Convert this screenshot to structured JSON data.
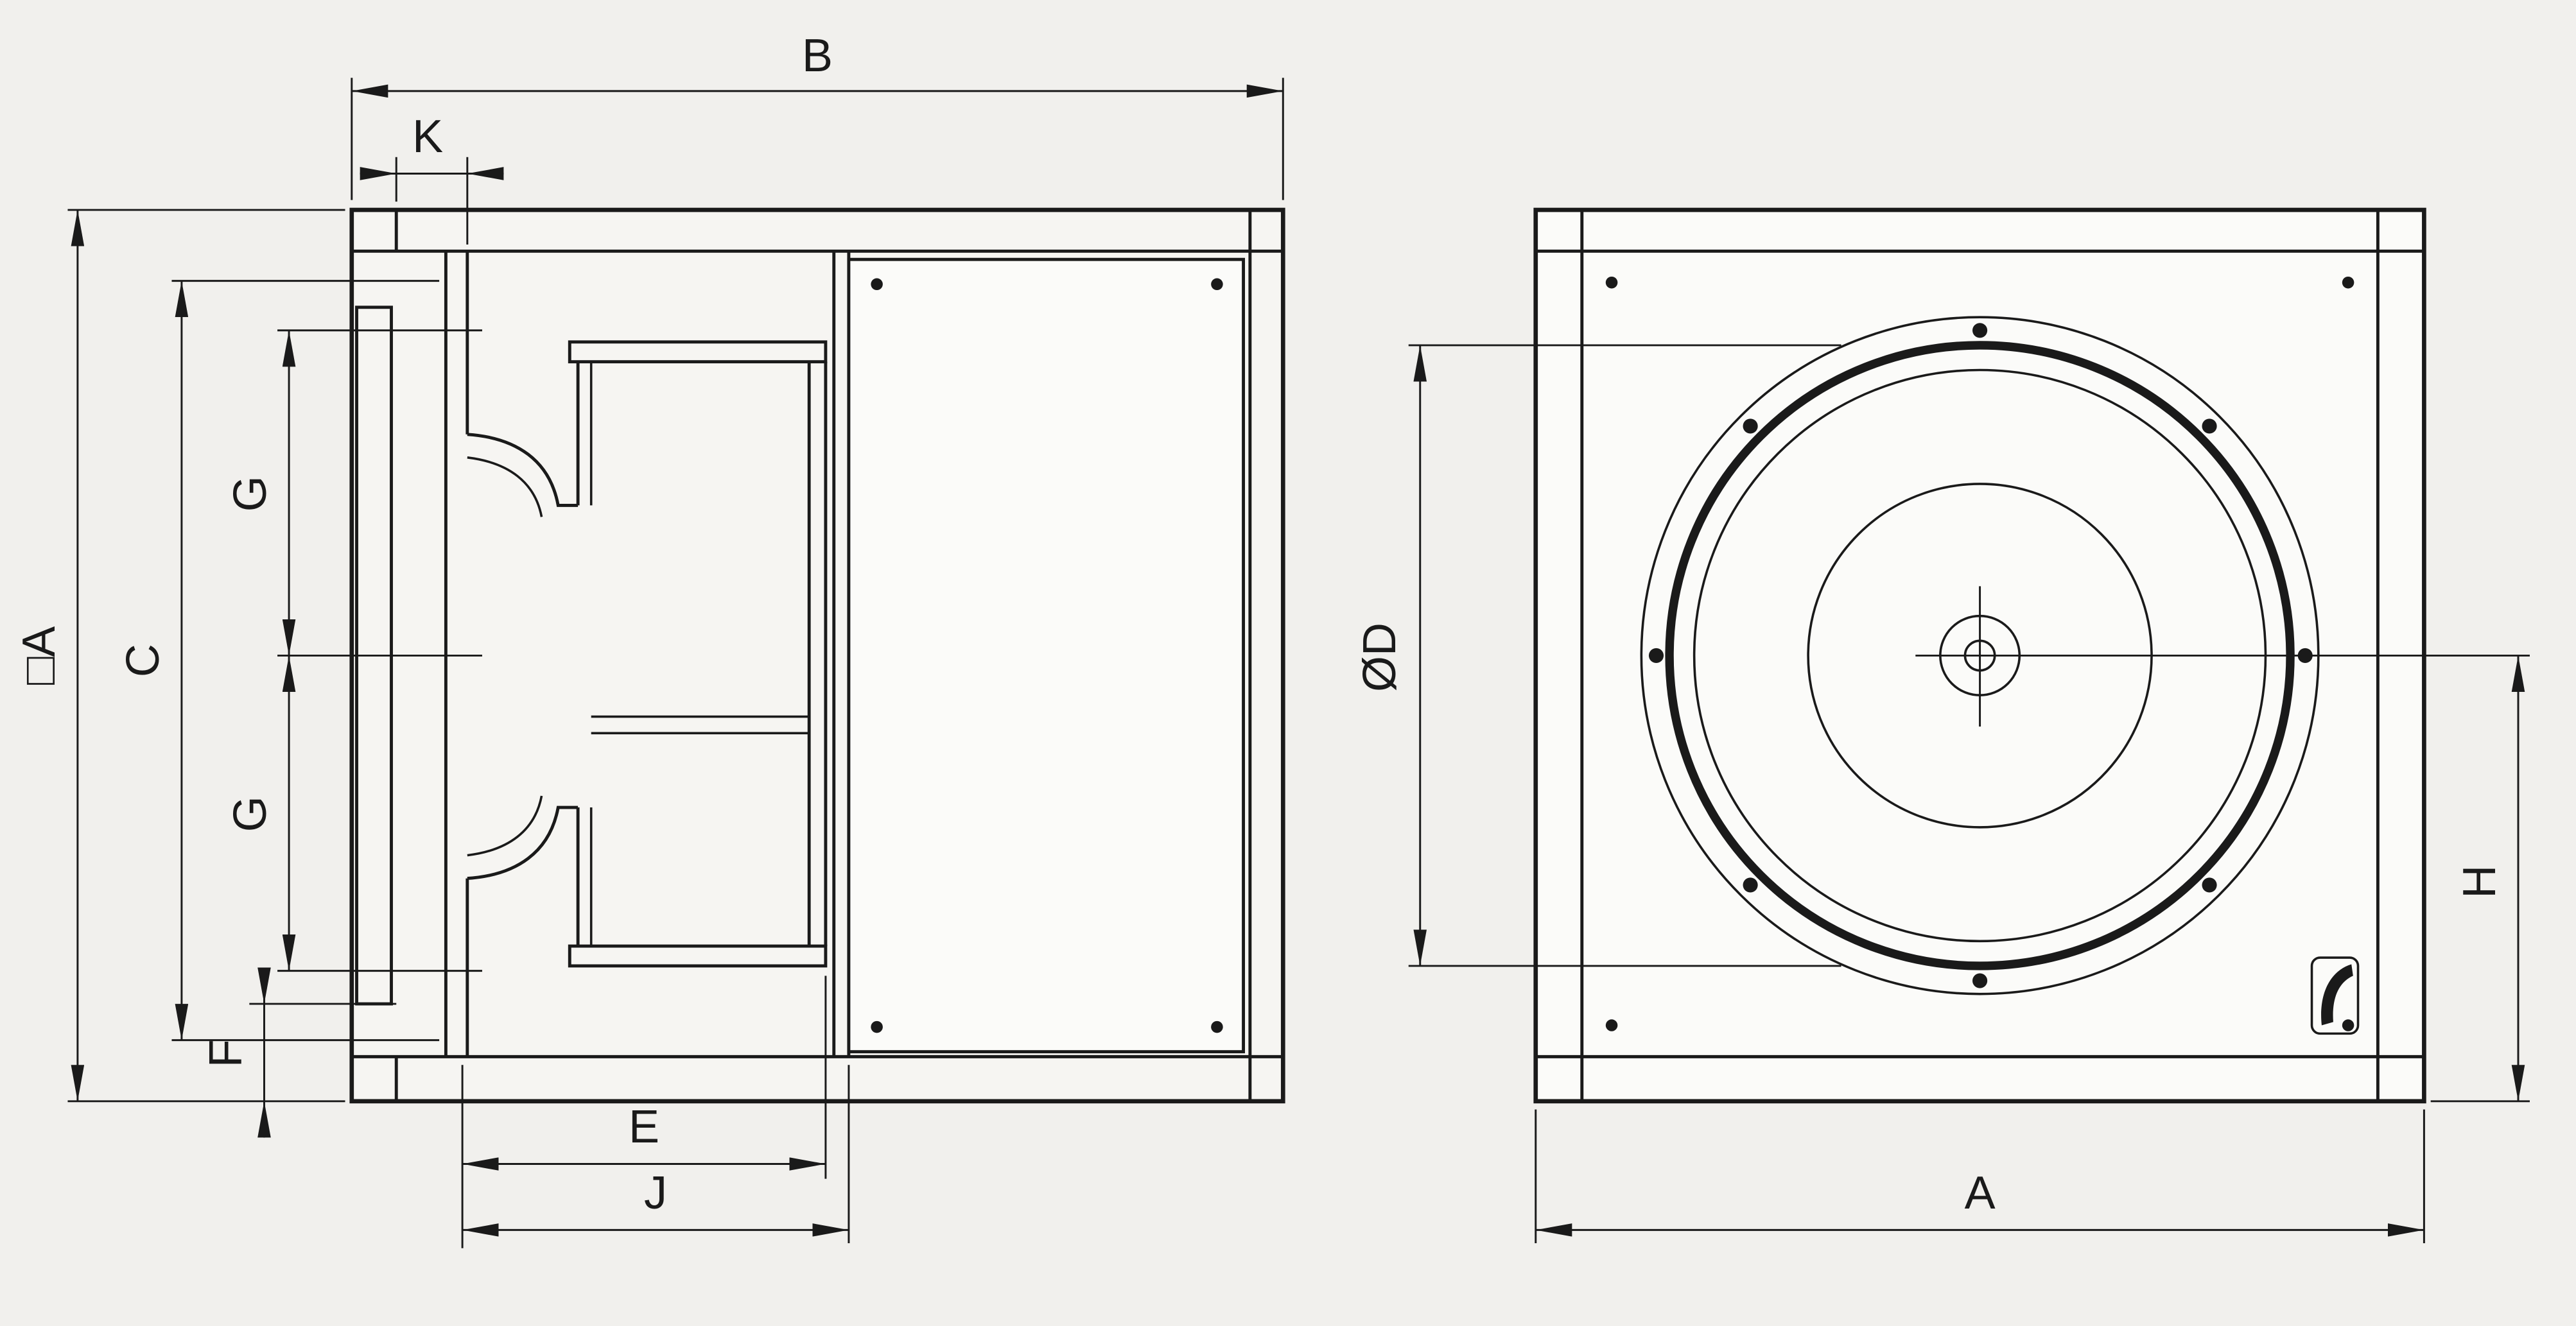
{
  "colors": {
    "background": "#f1f0ed",
    "ink": "#1a1a1a",
    "panel": "#fbfbf9"
  },
  "drawing": {
    "views": {
      "side": {
        "dim_labels": {
          "B": "B",
          "K": "K",
          "A_sq": "□A",
          "C": "C",
          "G_top": "G",
          "G_bottom": "G",
          "F": "F",
          "E": "E",
          "J": "J"
        }
      },
      "front": {
        "dim_labels": {
          "D_dia": "ØD",
          "H": "H",
          "A": "A"
        },
        "icons": {
          "logo": "fan-rotation-icon"
        }
      }
    }
  }
}
